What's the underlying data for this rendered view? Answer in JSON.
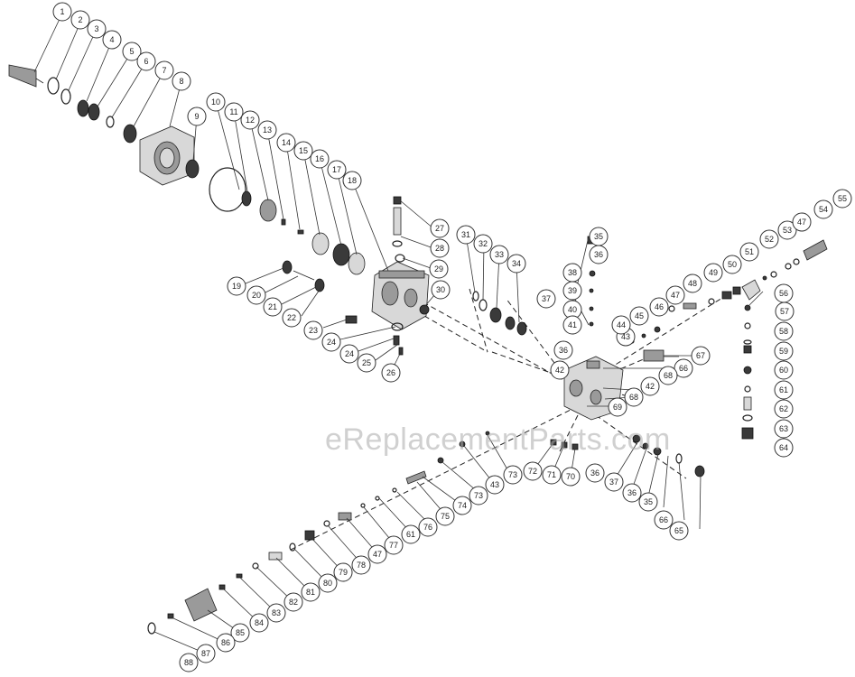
{
  "watermark": "eReplacementParts.com",
  "callouts": [
    "1",
    "2",
    "3",
    "4",
    "5",
    "6",
    "7",
    "8",
    "9",
    "10",
    "11",
    "12",
    "13",
    "14",
    "15",
    "16",
    "17",
    "18",
    "19",
    "20",
    "21",
    "22",
    "23",
    "24",
    "24",
    "25",
    "26",
    "27",
    "28",
    "29",
    "30",
    "31",
    "32",
    "33",
    "34",
    "35",
    "36",
    "38",
    "37",
    "39",
    "40",
    "41",
    "42",
    "36",
    "43",
    "44",
    "45",
    "46",
    "47",
    "48",
    "49",
    "50",
    "51",
    "52",
    "53",
    "47",
    "54",
    "55",
    "56",
    "57",
    "58",
    "59",
    "60",
    "61",
    "62",
    "63",
    "64",
    "67",
    "66",
    "68",
    "42",
    "68",
    "69",
    "73",
    "72",
    "71",
    "70",
    "36",
    "37",
    "36",
    "35",
    "66",
    "65",
    "43",
    "73",
    "74",
    "75",
    "76",
    "61",
    "77",
    "47",
    "78",
    "79",
    "80",
    "81",
    "82",
    "83",
    "84",
    "85",
    "86",
    "87",
    "88"
  ]
}
